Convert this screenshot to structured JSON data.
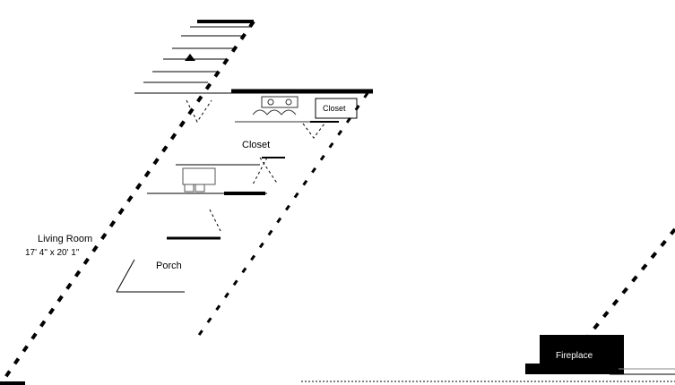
{
  "rooms": {
    "living_room": {
      "name": "Living Room",
      "dimensions": "17' 4\" x 20' 1\""
    },
    "porch": {
      "name": "Porch"
    },
    "closet_main": {
      "name": "Closet"
    },
    "closet_small": {
      "name": "Closet"
    },
    "fireplace": {
      "name": "Fireplace"
    }
  },
  "colors": {
    "wall": "#000000",
    "background": "#ffffff",
    "fixture": "#555555"
  }
}
